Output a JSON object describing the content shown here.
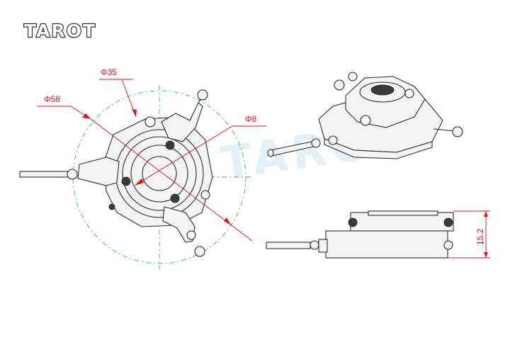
{
  "logo": {
    "text": "TAROT"
  },
  "watermark": {
    "text": "TAROT"
  },
  "dimensions": {
    "phi35": "Φ35",
    "phi58": "Φ58",
    "phi8": "Φ8",
    "height": "15.2"
  },
  "colors": {
    "dimension": "#e0141e",
    "centerline": "#2fbf3a",
    "watermark": "#cfe4f4",
    "outline": "#2b2b2b"
  }
}
